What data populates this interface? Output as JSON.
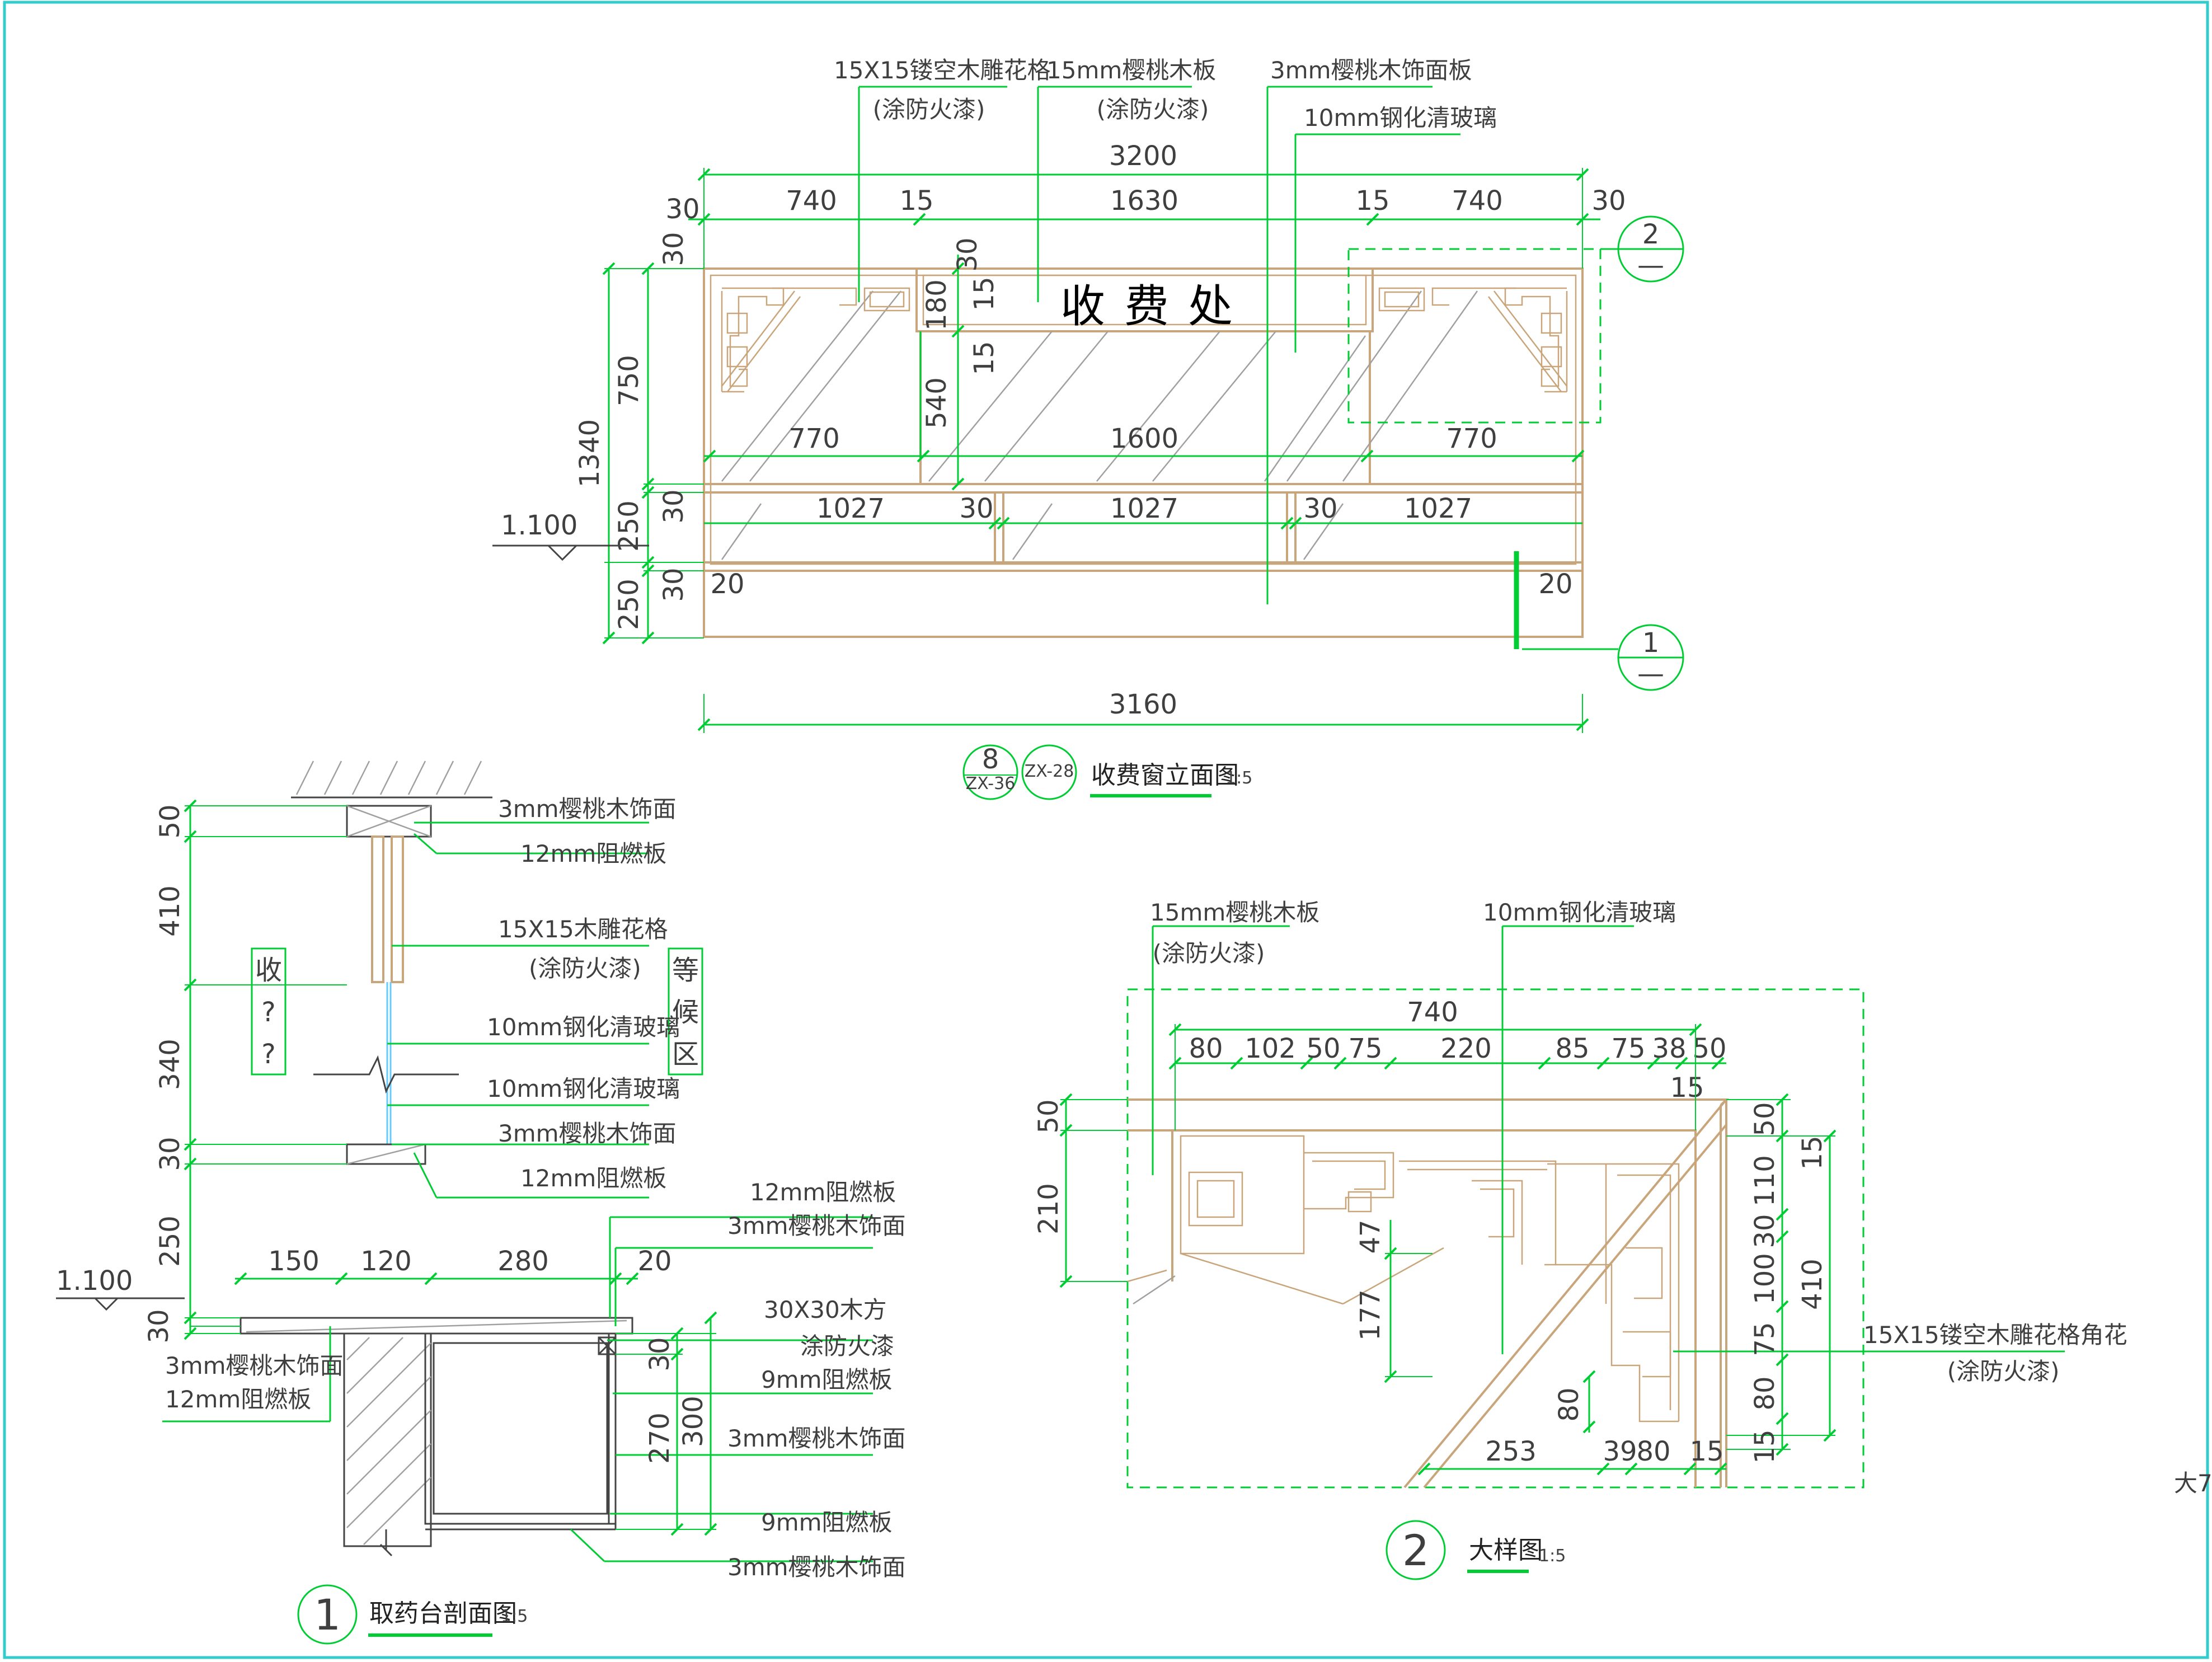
{
  "colors": {
    "dimension": "#00cc33",
    "wood": "#c8a57a",
    "text": "#3f3f3f",
    "border": "#33cccc"
  },
  "elevation": {
    "sign_text": "收费处",
    "labels": {
      "lattice": "15X15镂空木雕花格",
      "lattice_note": "(涂防火漆)",
      "board": "15mm樱桃木板",
      "board_note": "(涂防火漆)",
      "veneer": "3mm樱桃木饰面板",
      "glass": "10mm钢化清玻璃"
    },
    "dims_top": {
      "total": "3200",
      "edge_l": "30",
      "edge_r": "30",
      "seg1": "740",
      "gap1": "15",
      "seg2": "1630",
      "gap2": "15",
      "seg3": "740"
    },
    "dims_left": {
      "total": "1340",
      "d30a": "30",
      "d750": "750",
      "d30b": "30",
      "d250a": "250",
      "d30c": "30",
      "d250b": "250"
    },
    "dims_inner": {
      "v30": "30",
      "v180": "180",
      "v15a": "15",
      "v15b": "15",
      "v540": "540",
      "p770a": "770",
      "p1600": "1600",
      "p770b": "770",
      "l1027a": "1027",
      "l30a": "30",
      "l1027b": "1027",
      "l30b": "30",
      "l1027c": "1027",
      "e20a": "20",
      "e20b": "20"
    },
    "level": "1.100",
    "dim_bottom": "3160",
    "section_markers": {
      "top": "2",
      "bottom": "1",
      "dash": "—"
    },
    "title": "收费窗立面图",
    "scale": "1:5",
    "ref": {
      "num": "8",
      "sheet_a": "ZX-36",
      "sheet_b": "ZX-28"
    }
  },
  "section": {
    "labels": {
      "l1": "3mm樱桃木饰面",
      "l2": "12mm阻燃板",
      "l3": "15X15木雕花格",
      "l4": "(涂防火漆)",
      "l5": "10mm钢化清玻璃",
      "l6": "10mm钢化清玻璃",
      "l7": "3mm樱桃木饰面",
      "l8": "12mm阻燃板",
      "r1": "12mm阻燃板",
      "r2": "3mm樱桃木饰面",
      "r3": "30X30木方",
      "r4": "涂防火漆",
      "r5": "9mm阻燃板",
      "r6": "3mm樱桃木饰面",
      "r7": "9mm阻燃板",
      "r8": "3mm樱桃木饰面",
      "b1": "3mm樱桃木饰面",
      "b2": "12mm阻燃板"
    },
    "zone_left": [
      "收",
      "?",
      "?"
    ],
    "zone_right": [
      "等",
      "候",
      "区"
    ],
    "dims_left": {
      "d50": "50",
      "d410": "410",
      "d340": "340",
      "d30": "30",
      "d250": "250",
      "d30b": "30"
    },
    "dims_top": {
      "d150": "150",
      "d120": "120",
      "d280": "280",
      "d20": "20"
    },
    "dims_right": {
      "d30": "30",
      "d270": "270",
      "d300": "300"
    },
    "level": "1.100",
    "num": "1",
    "title": "取药台剖面图",
    "scale": "1:5"
  },
  "detail": {
    "labels": {
      "board": "15mm樱桃木板",
      "board_note": "(涂防火漆)",
      "glass": "10mm钢化清玻璃",
      "lattice": "15X15镂空木雕花格角花",
      "lattice_note": "(涂防火漆)"
    },
    "dims_top": {
      "total": "740",
      "d80": "80",
      "d102": "102",
      "d50": "50",
      "d75": "75",
      "d220": "220",
      "d85": "85",
      "d75b": "75",
      "d38": "38",
      "d50b": "50",
      "d15": "15"
    },
    "dims_left": {
      "d50": "50",
      "d210": "210"
    },
    "dims_inner": {
      "d47": "47",
      "d177": "177",
      "d80": "80"
    },
    "dims_bottom": {
      "d253": "253",
      "d39": "39",
      "d80": "80",
      "d15": "15"
    },
    "dims_right": {
      "d50": "50",
      "d110": "110",
      "d30": "30",
      "d100": "100",
      "d75": "75",
      "d80": "80",
      "d15": "15",
      "d15b": "15",
      "d410": "410"
    },
    "num": "2",
    "title": "大样图",
    "scale": "1:5"
  },
  "edge_text": "大7"
}
